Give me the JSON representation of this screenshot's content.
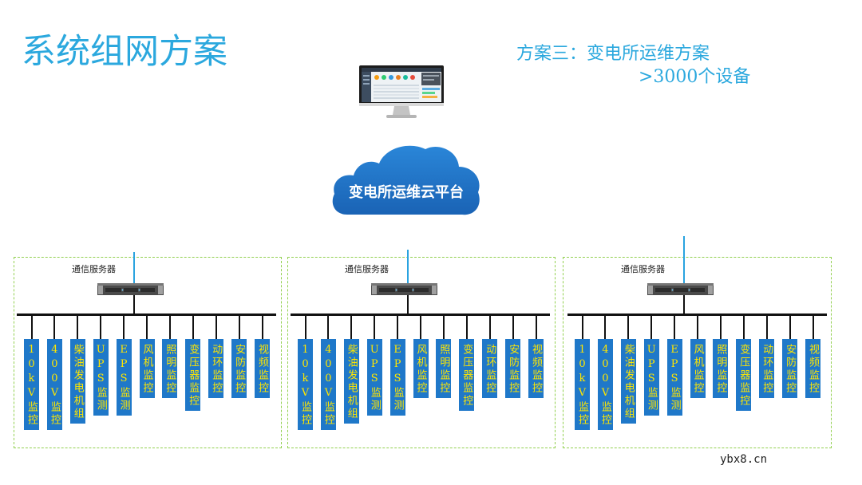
{
  "title": "系统组网方案",
  "scheme": {
    "name": "方案三：变电所运维方案",
    "scale": ">3000个设备"
  },
  "cloud": {
    "label": "变电所运维云平台"
  },
  "groups": [
    {
      "server_label": "通信服务器",
      "devices": [
        "10kV监控",
        "400V监控",
        "柴油发电机组",
        "UPS监测",
        "EPS监测",
        "风机监控",
        "照明监控",
        "变压器监控",
        "动环监控",
        "安防监控",
        "视频监控"
      ]
    },
    {
      "server_label": "通信服务器",
      "devices": [
        "10kV监控",
        "400V监控",
        "柴油发电机组",
        "UPS监测",
        "EPS监测",
        "风机监控",
        "照明监控",
        "变压器监控",
        "动环监控",
        "安防监控",
        "视频监控"
      ]
    },
    {
      "server_label": "通信服务器",
      "devices": [
        "10kV监控",
        "400V监控",
        "柴油发电机组",
        "UPS监测",
        "EPS监测",
        "风机监控",
        "照明监控",
        "变压器监控",
        "动环监控",
        "安防监控",
        "视频监控"
      ]
    }
  ],
  "watermark": "ybx8.cn",
  "icons": {
    "monitor": "monitor-icon",
    "cloud": "cloud-icon",
    "server": "server-icon"
  },
  "colors": {
    "accent": "#2ba8de",
    "cloud_fill": "#1f6fc5",
    "device_fill": "#1f78c9",
    "device_text": "#ffe600",
    "frame": "#92d050",
    "uplink": "#2aa3e0",
    "bus": "#111111"
  }
}
